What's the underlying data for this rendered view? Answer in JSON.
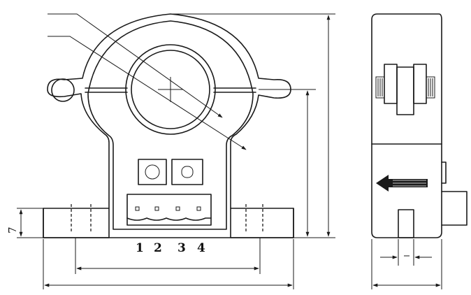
{
  "pins": [
    {
      "label": "1"
    },
    {
      "label": "2"
    },
    {
      "label": "3"
    },
    {
      "label": "4"
    }
  ],
  "dimension_left_height": "7",
  "arrow_direction": "left",
  "colors": {
    "line": "#1a1a1a",
    "background": "#ffffff"
  }
}
